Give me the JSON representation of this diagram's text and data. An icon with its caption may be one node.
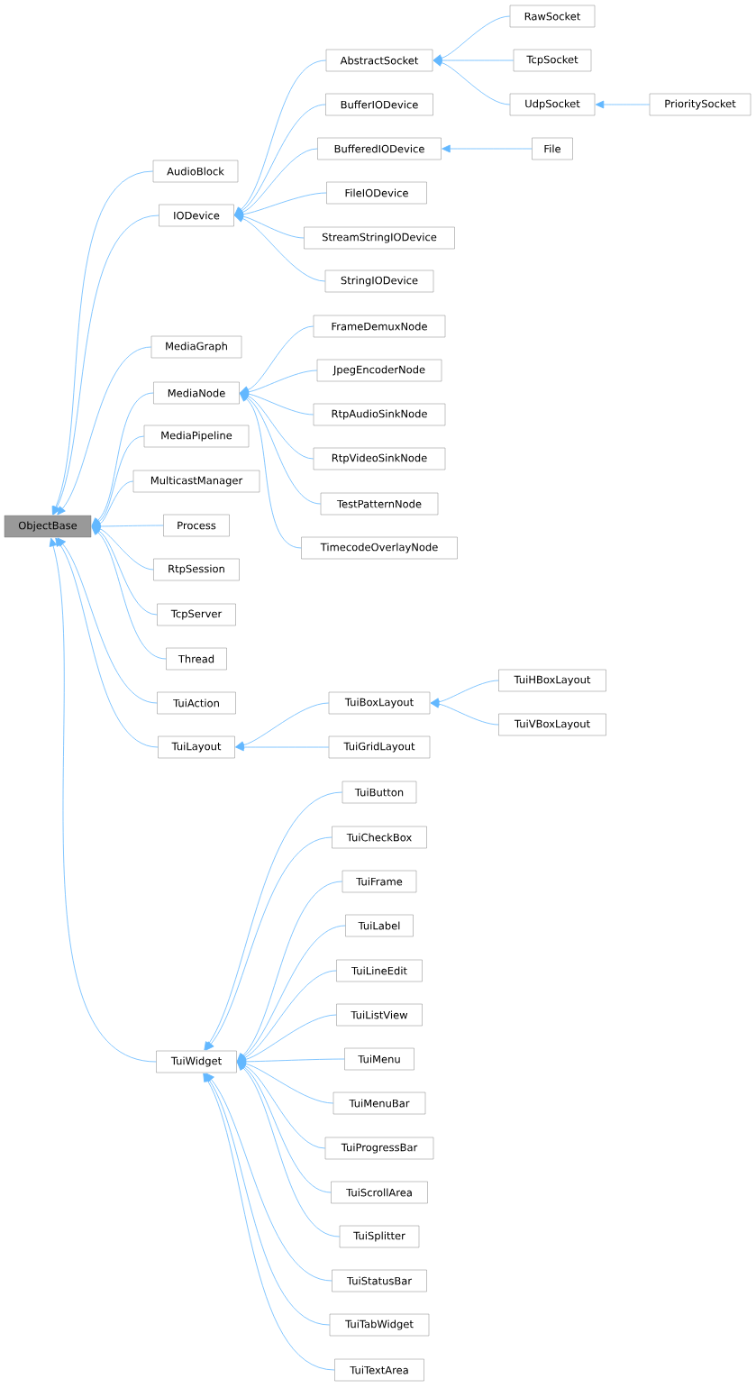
{
  "diagram": {
    "nodes": [
      {
        "text": [
          "ObjectBase"
        ]
      },
      {
        "text": [
          "AudioBlock"
        ]
      },
      {
        "text": [
          "IODevice"
        ]
      },
      {
        "text": [
          "MediaGraph"
        ]
      },
      {
        "text": [
          "MediaNode"
        ]
      },
      {
        "text": [
          "MediaPipeline"
        ]
      },
      {
        "text": [
          "MulticastManager"
        ]
      },
      {
        "text": [
          "Process"
        ]
      },
      {
        "text": [
          "RtpSession"
        ]
      },
      {
        "text": [
          "TcpServer"
        ]
      },
      {
        "text": [
          "Thread"
        ]
      },
      {
        "text": [
          "TuiAction"
        ]
      },
      {
        "text": [
          "TuiLayout"
        ]
      },
      {
        "text": [
          "TuiWidget"
        ]
      },
      {
        "text": [
          "AbstractSocket"
        ]
      },
      {
        "text": [
          "BufferIODevice"
        ]
      },
      {
        "text": [
          "BufferedIODevice"
        ]
      },
      {
        "text": [
          "FileIODevice"
        ]
      },
      {
        "text": [
          "StreamStringIODevice"
        ]
      },
      {
        "text": [
          "StringIODevice"
        ]
      },
      {
        "text": [
          "FrameDemuxNode"
        ]
      },
      {
        "text": [
          "JpegEncoderNode"
        ]
      },
      {
        "text": [
          "RtpAudioSinkNode"
        ]
      },
      {
        "text": [
          "RtpVideoSinkNode"
        ]
      },
      {
        "text": [
          "TestPatternNode"
        ]
      },
      {
        "text": [
          "TimecodeOverlayNode"
        ]
      },
      {
        "text": [
          "TuiBoxLayout"
        ]
      },
      {
        "text": [
          "TuiGridLayout"
        ]
      },
      {
        "text": [
          "TuiButton"
        ]
      },
      {
        "text": [
          "TuiCheckBox"
        ]
      },
      {
        "text": [
          "TuiFrame"
        ]
      },
      {
        "text": [
          "TuiLabel"
        ]
      },
      {
        "text": [
          "TuiLineEdit"
        ]
      },
      {
        "text": [
          "TuiListView"
        ]
      },
      {
        "text": [
          "TuiMenu"
        ]
      },
      {
        "text": [
          "TuiMenuBar"
        ]
      },
      {
        "text": [
          "TuiProgressBar"
        ]
      },
      {
        "text": [
          "TuiScrollArea"
        ]
      },
      {
        "text": [
          "TuiSplitter"
        ]
      },
      {
        "text": [
          "TuiStatusBar"
        ]
      },
      {
        "text": [
          "TuiTabWidget"
        ]
      },
      {
        "text": [
          "TuiTextArea"
        ]
      },
      {
        "text": [
          "RawSocket"
        ]
      },
      {
        "text": [
          "TcpSocket"
        ]
      },
      {
        "text": [
          "UdpSocket"
        ]
      },
      {
        "text": [
          "File"
        ]
      },
      {
        "text": [
          "TuiHBoxLayout"
        ]
      },
      {
        "text": [
          "TuiVBoxLayout"
        ]
      },
      {
        "text": [
          "PrioritySocket"
        ]
      }
    ],
    "edges": [
      {
        "from": 1,
        "to": 0,
        "arrow": "to"
      },
      {
        "from": 2,
        "to": 0,
        "arrow": "to"
      },
      {
        "from": 3,
        "to": 0,
        "arrow": "to"
      },
      {
        "from": 4,
        "to": 0,
        "arrow": "to"
      },
      {
        "from": 5,
        "to": 0,
        "arrow": "to"
      },
      {
        "from": 6,
        "to": 0,
        "arrow": "to"
      },
      {
        "from": 7,
        "to": 0,
        "arrow": "to"
      },
      {
        "from": 8,
        "to": 0,
        "arrow": "to"
      },
      {
        "from": 9,
        "to": 0,
        "arrow": "to"
      },
      {
        "from": 10,
        "to": 0,
        "arrow": "to"
      },
      {
        "from": 11,
        "to": 0,
        "arrow": "to"
      },
      {
        "from": 12,
        "to": 0,
        "arrow": "to"
      },
      {
        "from": 13,
        "to": 0,
        "arrow": "to"
      },
      {
        "from": 14,
        "to": 2,
        "arrow": "to"
      },
      {
        "from": 15,
        "to": 2,
        "arrow": "to"
      },
      {
        "from": 16,
        "to": 2,
        "arrow": "to"
      },
      {
        "from": 17,
        "to": 2,
        "arrow": "to"
      },
      {
        "from": 18,
        "to": 2,
        "arrow": "to"
      },
      {
        "from": 19,
        "to": 2,
        "arrow": "to"
      },
      {
        "from": 20,
        "to": 4,
        "arrow": "to"
      },
      {
        "from": 21,
        "to": 4,
        "arrow": "to"
      },
      {
        "from": 22,
        "to": 4,
        "arrow": "to"
      },
      {
        "from": 23,
        "to": 4,
        "arrow": "to"
      },
      {
        "from": 24,
        "to": 4,
        "arrow": "to"
      },
      {
        "from": 25,
        "to": 4,
        "arrow": "to"
      },
      {
        "from": 26,
        "to": 12,
        "arrow": "to"
      },
      {
        "from": 27,
        "to": 12,
        "arrow": "to"
      },
      {
        "from": 28,
        "to": 13,
        "arrow": "to"
      },
      {
        "from": 29,
        "to": 13,
        "arrow": "to"
      },
      {
        "from": 30,
        "to": 13,
        "arrow": "to"
      },
      {
        "from": 31,
        "to": 13,
        "arrow": "to"
      },
      {
        "from": 32,
        "to": 13,
        "arrow": "to"
      },
      {
        "from": 33,
        "to": 13,
        "arrow": "to"
      },
      {
        "from": 34,
        "to": 13,
        "arrow": "to"
      },
      {
        "from": 35,
        "to": 13,
        "arrow": "to"
      },
      {
        "from": 36,
        "to": 13,
        "arrow": "to"
      },
      {
        "from": 37,
        "to": 13,
        "arrow": "to"
      },
      {
        "from": 38,
        "to": 13,
        "arrow": "to"
      },
      {
        "from": 39,
        "to": 13,
        "arrow": "to"
      },
      {
        "from": 40,
        "to": 13,
        "arrow": "to"
      },
      {
        "from": 41,
        "to": 13,
        "arrow": "to"
      },
      {
        "from": 42,
        "to": 14,
        "arrow": "to"
      },
      {
        "from": 43,
        "to": 14,
        "arrow": "to"
      },
      {
        "from": 44,
        "to": 14,
        "arrow": "to"
      },
      {
        "from": 45,
        "to": 16,
        "arrow": "to"
      },
      {
        "from": 46,
        "to": 26,
        "arrow": "to"
      },
      {
        "from": 47,
        "to": 26,
        "arrow": "to"
      },
      {
        "from": 48,
        "to": 44,
        "arrow": "to"
      }
    ]
  }
}
